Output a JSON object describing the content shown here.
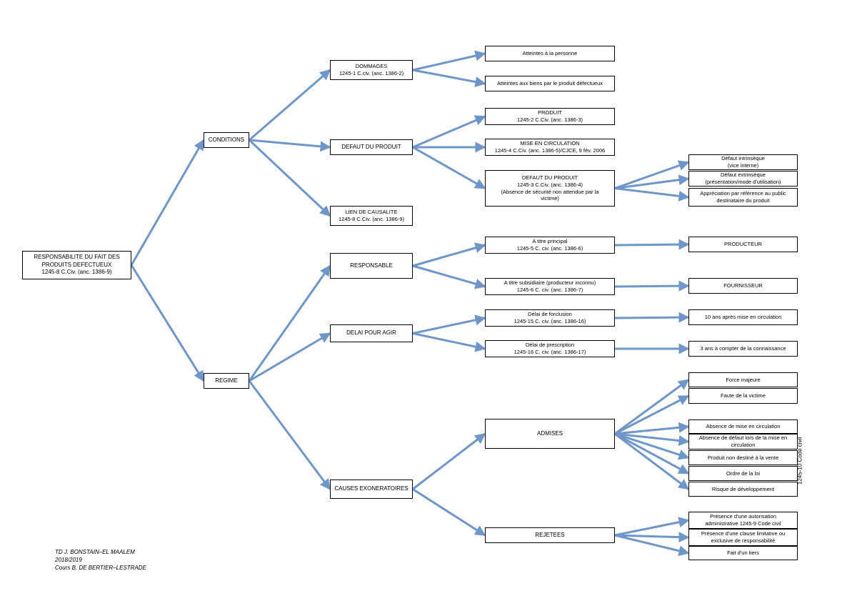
{
  "nodes": {
    "root": [
      "RESPONSABILITE DU FAIT DES",
      "PRODUITS DEFECTUEUX",
      "1245-8 C.Civ. (anc. 1386-9)"
    ],
    "conditions": [
      "CONDITIONS"
    ],
    "regime": [
      "REGIME"
    ],
    "dommages": [
      "DOMMAGES",
      "1245-1 C.civ. (anc. 1386-2)"
    ],
    "defaut": [
      "DEFAUT DU PRODUIT"
    ],
    "lien": [
      "LIEN DE CAUSALITE",
      "1245-8 C.Civ. (anc. 1386-9)"
    ],
    "atteintes_personne": [
      "Atteintes à la personne"
    ],
    "atteintes_biens": [
      "Atteintes aux biens par le produit défectueux"
    ],
    "produit": [
      "PRODUIT",
      "1245-2 C.Civ. (anc. 1386-3)"
    ],
    "mise_circ": [
      "MISE EN CIRCULATION",
      "1245-4 C.Civ. (anc. 1386-5)/CJCE, 9 fév. 2006"
    ],
    "defaut_produit": [
      "DEFAUT DU PRODUIT",
      "1245-3 C.Civ. (anc. 1386-4)",
      "(Absence de sécurité non attendue par la",
      "victime)"
    ],
    "intrinseque": [
      "Défaut intrinsèque",
      "(vice interne)"
    ],
    "extrinseque": [
      "Défaut extrinsèque",
      "(présentation/mode d'utilisation)"
    ],
    "appreciation": [
      "Appréciation par référence au public",
      "destinataire du produit"
    ],
    "responsable": [
      "RESPONSABLE"
    ],
    "delai": [
      "DELAI POUR AGIR"
    ],
    "causes": [
      "CAUSES EXONERATOIRES"
    ],
    "principal": [
      "A titre principal",
      "1245-5 C. civ. (anc. 1386-6)"
    ],
    "subsidiaire": [
      "A titre subsidiaire (producteur inconnu)",
      "1245-6 C. civ. (anc. 1386-7)"
    ],
    "producteur": [
      "PRODUCTEUR"
    ],
    "fournisseur": [
      "FOURNISSEUR"
    ],
    "forclusion": [
      "Délai de forclusion",
      "1245-15 C. civ. (anc. 1386-16)"
    ],
    "prescription": [
      "Délai de prescription",
      "1245-16 C. civ. (anc. 1386-17)"
    ],
    "dix_ans": [
      "10 ans après mise en circulation"
    ],
    "trois_ans": [
      "3 ans à compter de la connaissance"
    ],
    "admises": [
      "ADMISES"
    ],
    "rejetees": [
      "REJETEES"
    ],
    "force_majeure": [
      "Force majeure"
    ],
    "faute_victime": [
      "Faute de la victime"
    ],
    "absence_mise": [
      "Absence de mise en circulation"
    ],
    "absence_defaut": [
      "Absence de défaut lors de la mise en",
      "circulation"
    ],
    "non_destine": [
      "Produit non destiné à la vente"
    ],
    "ordre_loi": [
      "Ordre de la loi"
    ],
    "risque": [
      "Risque de développement"
    ],
    "autorisation": [
      "Présence d'une autorisation",
      "administrative 1245-9 Code civil"
    ],
    "clause": [
      "Présence d'une clause limitative ou",
      "exclusive de responsabilité"
    ],
    "tiers": [
      "Fait d'un tiers"
    ]
  },
  "side_label": "1245-10 Code civil",
  "footer": [
    "TD J. BONSTAIN–EL MAALEM",
    "2018/2019",
    "Cours B. DE BERTIER–LESTRADE"
  ],
  "colors": {
    "arrow": "#6f96c8",
    "border": "#000000"
  }
}
